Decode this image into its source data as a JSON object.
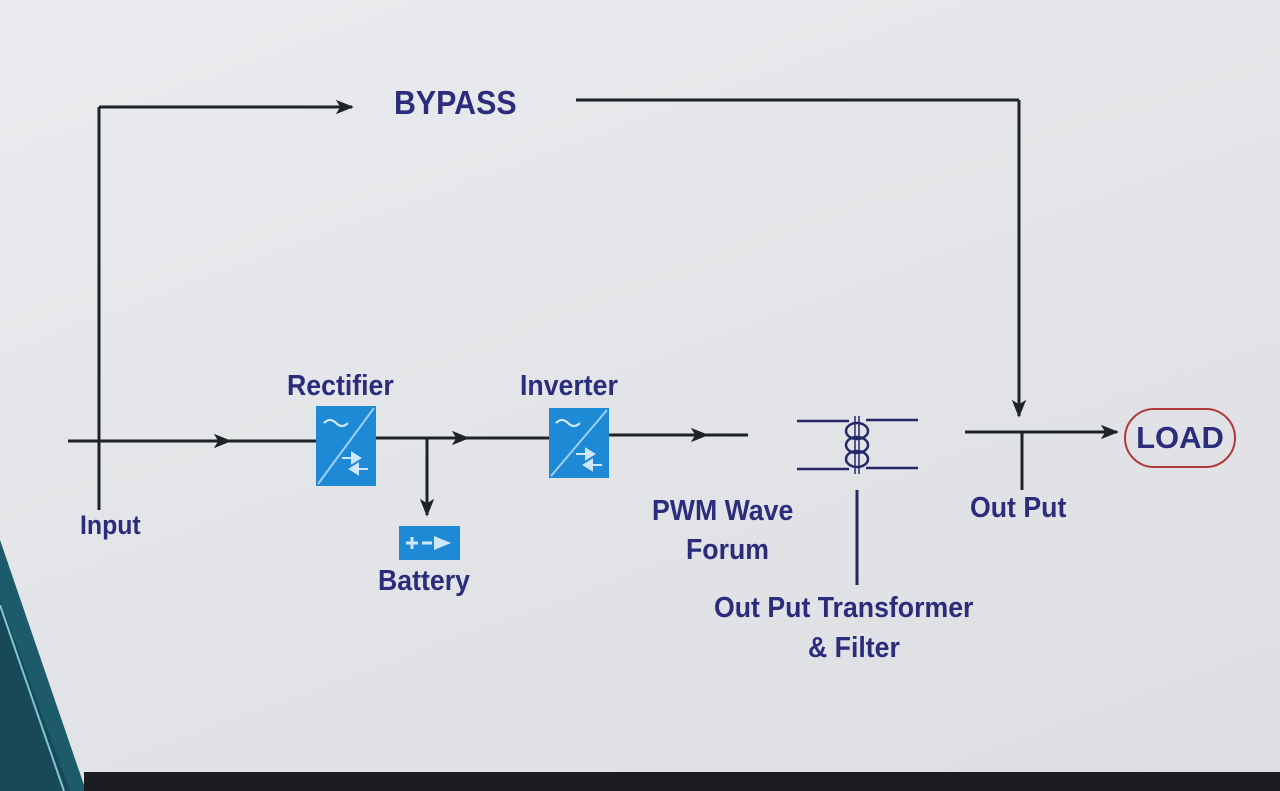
{
  "diagram": {
    "title": "UPS Block Diagram",
    "labels": {
      "bypass": "BYPASS",
      "rectifier": "Rectifier",
      "inverter": "Inverter",
      "input": "Input",
      "battery": "Battery",
      "pwm_line1": "PWM Wave",
      "pwm_line2": "Forum",
      "transformer_line1": "Out Put Transformer",
      "transformer_line2": "& Filter",
      "output": "Out Put",
      "load": "LOAD"
    },
    "icons": {
      "rectifier": "ac-dc-converter-icon",
      "inverter": "dc-ac-converter-icon",
      "battery": "battery-icon",
      "transformer": "transformer-coil-icon"
    },
    "colors": {
      "line": "#1f2326",
      "text": "#2b2d7c",
      "block": "#1e8ad6",
      "load_border": "#b03a3a"
    },
    "flow": [
      "Input",
      "Rectifier",
      "Battery",
      "Inverter",
      "PWM Wave Forum",
      "Out Put Transformer & Filter",
      "Out Put",
      "LOAD"
    ]
  }
}
